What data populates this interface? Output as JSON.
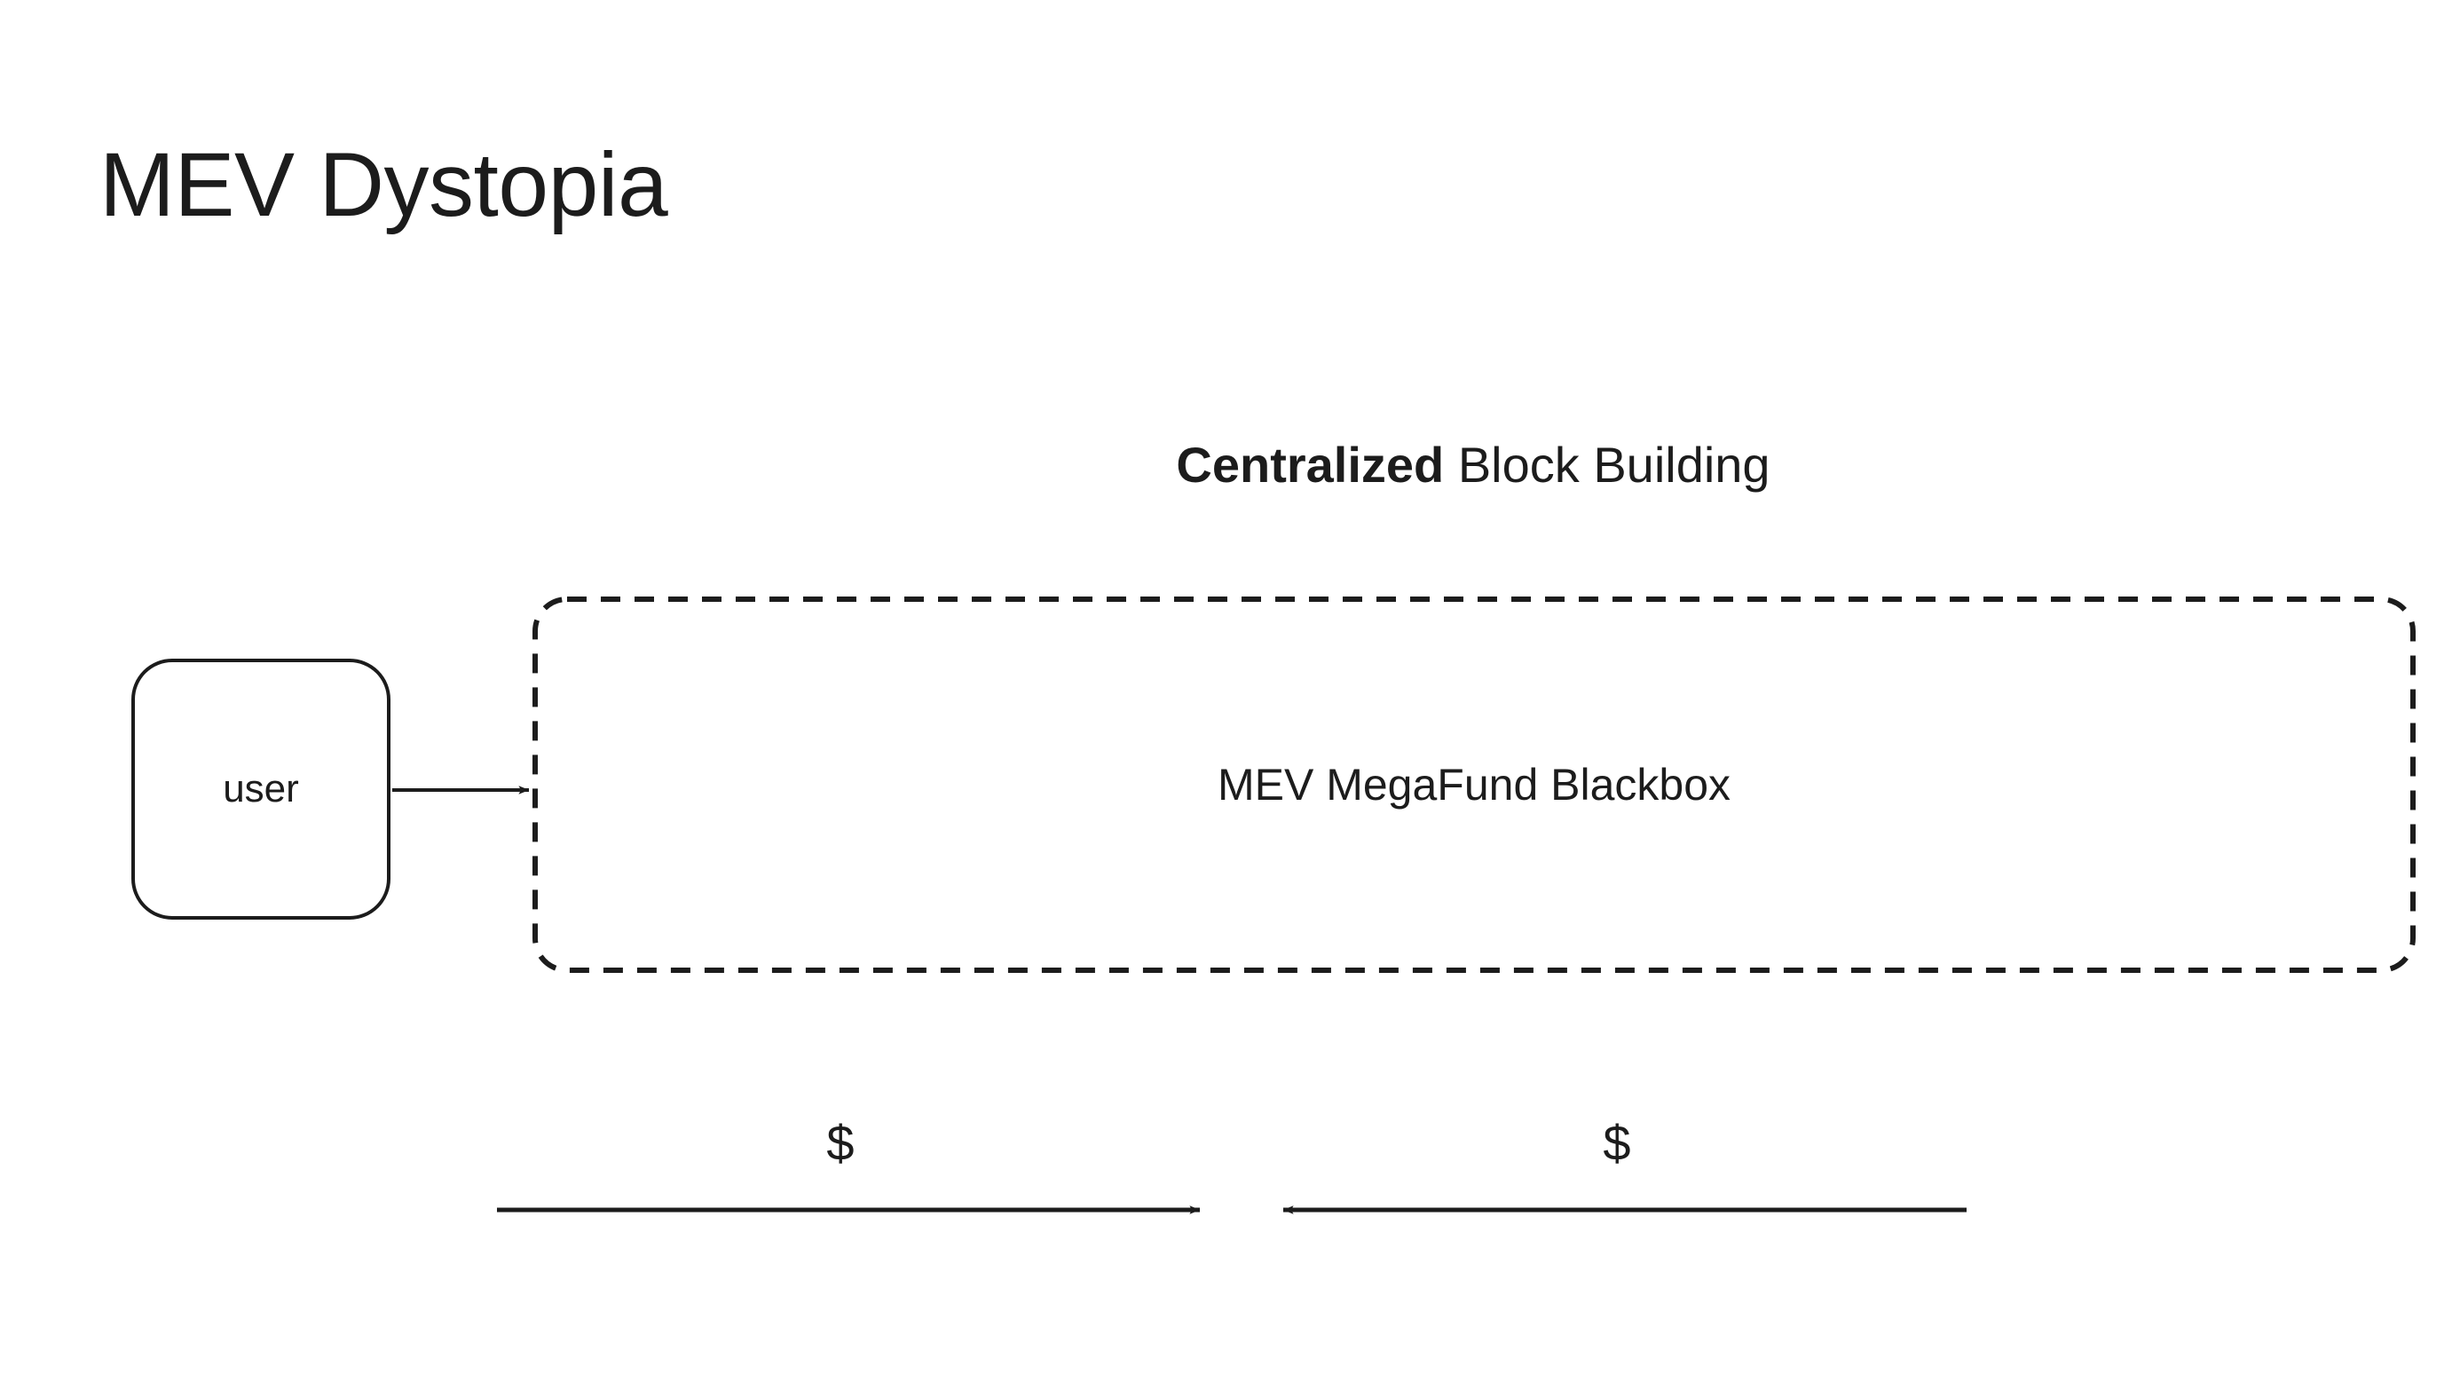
{
  "slide": {
    "title": "MEV Dystopia",
    "background_color": "#ffffff",
    "ink_color": "#1c1c1c"
  },
  "diagram": {
    "heading": {
      "emphasis": "Centralized",
      "rest": " Block Building"
    },
    "nodes": [
      {
        "id": "user",
        "label": "user",
        "shape": "rounded-rect",
        "border": "solid"
      },
      {
        "id": "blackbox",
        "label": "MEV MegaFund Blackbox",
        "shape": "rounded-rect",
        "border": "dashed"
      }
    ],
    "edges": [
      {
        "id": "user-to-blackbox",
        "from": "user",
        "to": "blackbox",
        "label": "",
        "arrowhead": "end"
      },
      {
        "id": "value-in",
        "from": "left",
        "to": "center",
        "label": "$",
        "arrowhead": "end"
      },
      {
        "id": "value-out",
        "from": "right",
        "to": "center",
        "label": "$",
        "arrowhead": "end"
      }
    ],
    "money_labels": [
      "$",
      "$"
    ]
  }
}
